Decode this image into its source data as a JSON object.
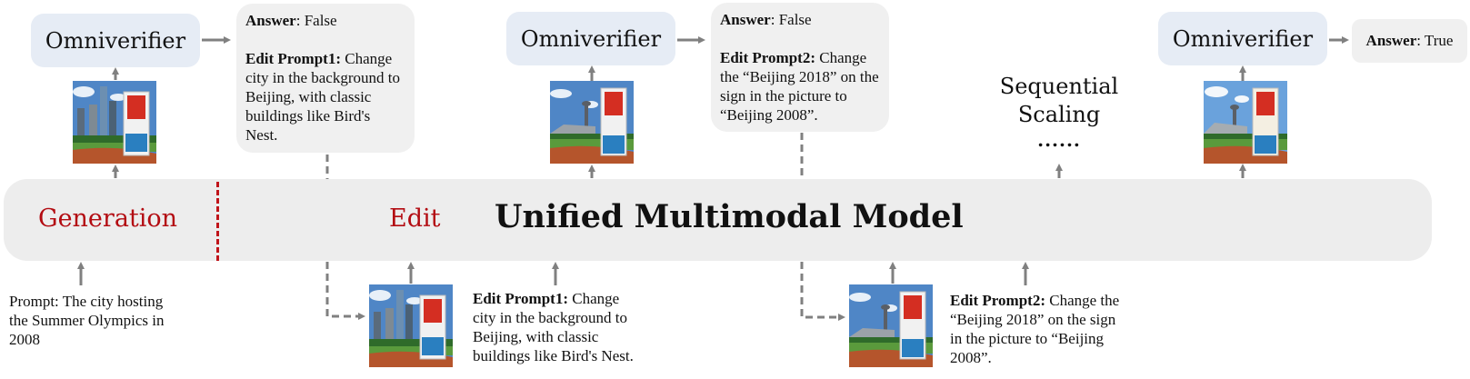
{
  "diagram": {
    "main_model": {
      "title": "Unified Multimodal Model",
      "left_label": "Generation",
      "right_label": "Edit"
    },
    "verifier_label": "Omniverifier",
    "steps": [
      {
        "answer_label": "Answer",
        "answer_value": ": False",
        "edit_prompt_label": "Edit Prompt1:",
        "edit_prompt_text": " Change city in the background to Beijing, with  classic buildings like Bird's Nest."
      },
      {
        "answer_label": "Answer",
        "answer_value": ": False",
        "edit_prompt_label": "Edit Prompt2:",
        "edit_prompt_text": " Change the “Beijing 2018” on the sign in the picture to “Beijing 2008”."
      },
      {
        "answer_label": "Answer",
        "answer_value": ": True"
      }
    ],
    "initial_prompt": "Prompt: The city hosting the Summer Olympics in 2008",
    "bottom_prompts": [
      {
        "label": "Edit Prompt1:",
        "text": " Change city in the background to Beijing, with  classic buildings like Bird's Nest."
      },
      {
        "label": "Edit Prompt2:",
        "text": " Change the “Beijing 2018” on the sign in the picture to “Beijing 2008”."
      }
    ],
    "sequential_scaling": {
      "line1": "Sequential",
      "line2": "Scaling",
      "ellipsis": "......"
    },
    "images": [
      {
        "name": "generated-image-city-skyline",
        "description": "Olympic sign in front of modern skyscrapers"
      },
      {
        "name": "edited-image-1-birds-nest",
        "description": "Olympic sign with stadium and tower, sign reads Beijing 2018"
      },
      {
        "name": "final-image-beijing-2008",
        "description": "Olympic sign with stadium and tower, sign reads Beijing 2008"
      }
    ],
    "colors": {
      "red_accent": "#b30c12",
      "verifier_bg": "#e6ecf5",
      "bar_bg": "#ededed",
      "answer_bg": "#f0f0f0",
      "arrow": "#808080"
    }
  }
}
